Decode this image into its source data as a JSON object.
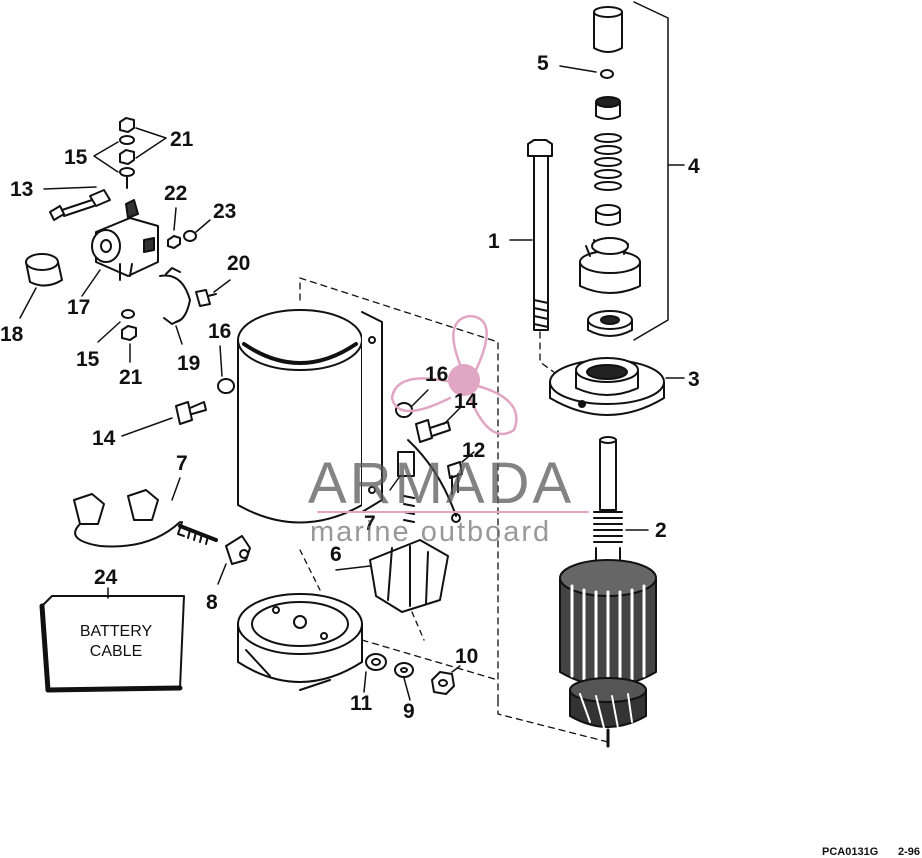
{
  "callouts": {
    "c1": "1",
    "c2": "2",
    "c3": "3",
    "c4": "4",
    "c5": "5",
    "c6": "6",
    "c7a": "7",
    "c7b": "7",
    "c8": "8",
    "c9": "9",
    "c10": "10",
    "c11": "11",
    "c12": "12",
    "c13": "13",
    "c14a": "14",
    "c14b": "14",
    "c15a": "15",
    "c15b": "15",
    "c16a": "16",
    "c16b": "16",
    "c17": "17",
    "c18": "18",
    "c19": "19",
    "c20": "20",
    "c21a": "21",
    "c21b": "21",
    "c22": "22",
    "c23": "23",
    "c24": "24"
  },
  "battery_cable": {
    "line1": "BATTERY",
    "line2": "CABLE"
  },
  "watermark": {
    "title": "ARMADA",
    "subtitle": "marine outboard"
  },
  "footer": {
    "part_code": "PCA0131G",
    "date_code": "2-96"
  },
  "colors": {
    "ink": "#111111",
    "watermark_pink": "#e0a6c4",
    "watermark_gray": "#5a5a5a"
  }
}
